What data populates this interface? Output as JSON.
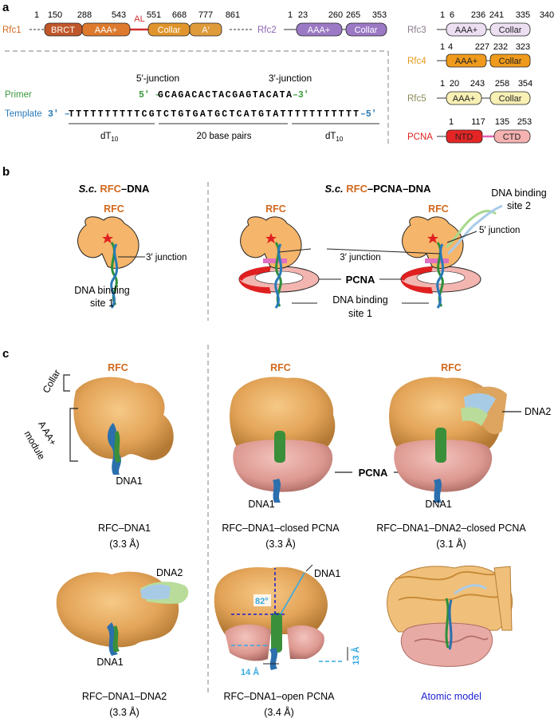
{
  "panels": {
    "a": "a",
    "b": "b",
    "c": "c"
  },
  "colors": {
    "rfc1": "#d2691e",
    "rfc2": "#8c64b4",
    "rfc3": "#8a7a8a",
    "rfc4": "#e69b1e",
    "rfc5": "#8c8a5a",
    "pcna": "#e02020",
    "primer": "#3c9a3c",
    "template": "#2a7ab8",
    "al": "#d03030",
    "blue_text": "#1f1fd0",
    "cyan": "#36a9e1"
  },
  "domains": {
    "rfc1": {
      "name": "Rfc1",
      "numbers": [
        "1",
        "150",
        "288",
        "543",
        "551",
        "668",
        "777",
        "861"
      ],
      "boxes": [
        "BRCT",
        "AAA+",
        "Collar",
        "A′"
      ],
      "linker": "AL"
    },
    "rfc2": {
      "name": "Rfc2",
      "numbers": [
        "1",
        "23",
        "260",
        "265",
        "353"
      ],
      "boxes": [
        "AAA+",
        "Collar"
      ]
    },
    "rfc3": {
      "name": "Rfc3",
      "numbers": [
        "1",
        "6",
        "236",
        "241",
        "335",
        "340"
      ],
      "boxes": [
        "AAA+",
        "Collar"
      ]
    },
    "rfc4": {
      "name": "Rfc4",
      "numbers": [
        "1",
        "4",
        "227",
        "232",
        "323"
      ],
      "boxes": [
        "AAA+",
        "Collar"
      ]
    },
    "rfc5": {
      "name": "Rfc5",
      "numbers": [
        "1",
        "20",
        "243",
        "258",
        "354"
      ],
      "boxes": [
        "AAA+",
        "Collar"
      ]
    },
    "pcna": {
      "name": "PCNA",
      "numbers": [
        "1",
        "117",
        "135",
        "253"
      ],
      "boxes": [
        "NTD",
        "CTD"
      ]
    }
  },
  "dna": {
    "label_5junction": "5′-junction",
    "label_3junction": "3′-junction",
    "primer_label": "Primer",
    "template_label": "Template",
    "primer_5": "5′ –",
    "primer_seq": "GCAGACACTACGAGTACATA",
    "primer_3": "–3′",
    "template_3": "3′ –",
    "template_seq": "TTTTTTTTTTCGTCTGTGATGCTCATGTATTTTTTTTTTT",
    "template_5": "–5′",
    "dT_left": "dT",
    "dT_sub": "10",
    "bp_label": "20 base pairs",
    "dT_right": "dT"
  },
  "panel_b": {
    "left_title_italic": "S.c.",
    "left_title_rfc": "RFC",
    "left_title_rest": "–DNA",
    "right_title_italic": "S.c.",
    "right_title_rfc": "RFC",
    "right_title_rest": "–PCNA–DNA",
    "rfc_label": "RFC",
    "junction3": "3′ junction",
    "junction5": "5′ junction",
    "site1_line1": "DNA binding",
    "site1_line2": "site 1",
    "pcna": "PCNA",
    "site2_line1": "DNA binding",
    "site2_line2": "site 2"
  },
  "panel_c": {
    "rfc_label": "RFC",
    "collar": "Collar",
    "aaa_line1": "A AA+",
    "aaa_line2": "module",
    "dna1": "DNA1",
    "dna2": "DNA2",
    "pcna": "PCNA",
    "angle": "82°",
    "dist14": "14 Å",
    "dist13": "13 Å",
    "maps": [
      {
        "name": "RFC–DNA1",
        "res": "(3.3 Å)"
      },
      {
        "name": "RFC–DNA1–closed PCNA",
        "res": "(3.3 Å)"
      },
      {
        "name": "RFC–DNA1–DNA2–closed PCNA",
        "res": "(3.1 Å)"
      },
      {
        "name": "RFC–DNA1–DNA2",
        "res": "(3.3 Å)"
      },
      {
        "name": "RFC–DNA1–open PCNA",
        "res": "(3.4 Å)"
      }
    ],
    "atomic_model": "Atomic model"
  }
}
